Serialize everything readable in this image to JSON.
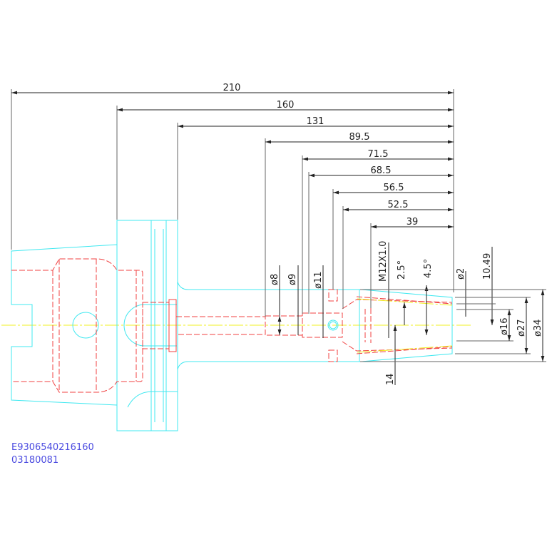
{
  "drawing": {
    "horizontal_dims": [
      "210",
      "160",
      "131",
      "89.5",
      "71.5",
      "68.5",
      "56.5",
      "52.5",
      "39"
    ],
    "vertical_labels": {
      "d8": "ø8",
      "d9": "ø9",
      "d11": "ø11",
      "thread": "M12X1.0",
      "a25": "2.5°",
      "a45": "4.5°",
      "d2": "ø2",
      "l1049": "10.49",
      "d16": "ø16",
      "d27": "ø27",
      "d34": "ø34",
      "l14": "14"
    },
    "part_code": "E9306540216160",
    "part_number": "03180081",
    "colors": {
      "outline": "#40e8f0",
      "hidden": "#f04040",
      "centerline": "#f0f020",
      "text": "#4a4ae0"
    }
  }
}
